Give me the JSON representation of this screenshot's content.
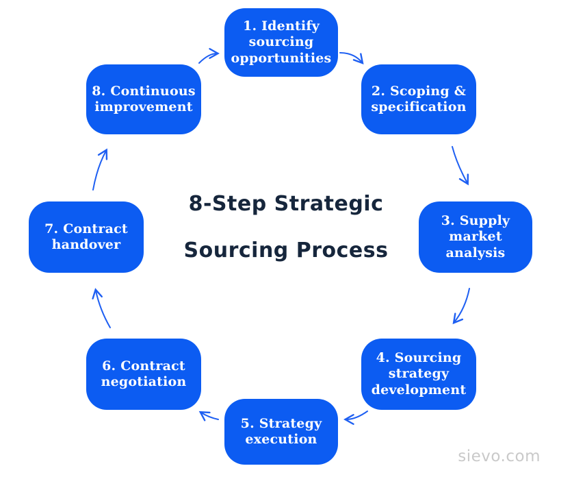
{
  "title": {
    "line1": "8-Step Strategic",
    "line2": "Sourcing Process"
  },
  "steps": [
    {
      "id": 1,
      "label": "1. Identify\nsourcing\nopportunities"
    },
    {
      "id": 2,
      "label": "2. Scoping &\nspecification"
    },
    {
      "id": 3,
      "label": "3. Supply\nmarket\nanalysis"
    },
    {
      "id": 4,
      "label": "4. Sourcing\nstrategy\ndevelopment"
    },
    {
      "id": 5,
      "label": "5. Strategy\nexecution"
    },
    {
      "id": 6,
      "label": "6. Contract\nnegotiation"
    },
    {
      "id": 7,
      "label": "7. Contract\nhandover"
    },
    {
      "id": 8,
      "label": "8. Continuous\nimprovement"
    }
  ],
  "footer": {
    "brand": "sievo.com"
  },
  "colors": {
    "box_blue": "#0C5CF2",
    "arrow_blue": "#1E5FF2",
    "title_navy": "#16263C",
    "footer_gray": "#C9C9C9"
  },
  "icons": [
    "arrow-1-to-2-icon",
    "arrow-2-to-3-icon",
    "arrow-3-to-4-icon",
    "arrow-4-to-5-icon",
    "arrow-5-to-6-icon",
    "arrow-6-to-7-icon",
    "arrow-7-to-8-icon",
    "arrow-8-to-1-icon"
  ]
}
